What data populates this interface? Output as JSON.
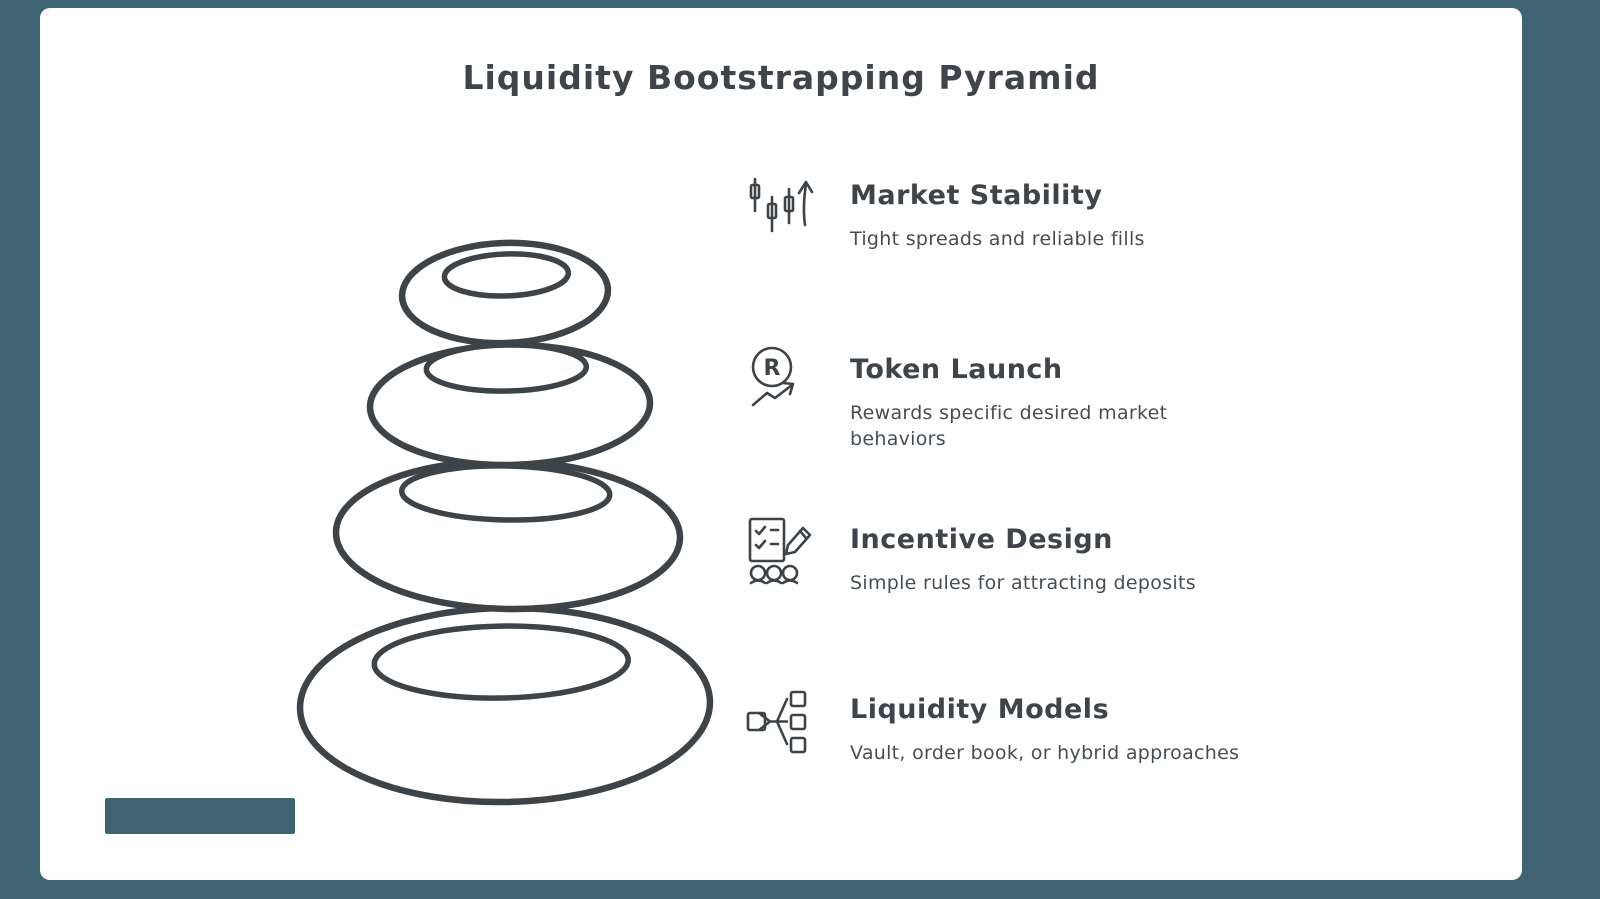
{
  "title": "Liquidity Bootstrapping Pyramid",
  "items": [
    {
      "title": "Market Stability",
      "desc": "Tight spreads and reliable fills",
      "icon": "candlestick-uptrend-icon"
    },
    {
      "title": "Token Launch",
      "desc": "Rewards specific desired market behaviors",
      "icon": "registered-reward-arrow-icon"
    },
    {
      "title": "Incentive Design",
      "desc": "Simple rules for attracting deposits",
      "icon": "checklist-pencil-people-icon"
    },
    {
      "title": "Liquidity Models",
      "desc": "Vault, order book, or hybrid approaches",
      "icon": "branching-flow-icon"
    }
  ],
  "icons": {
    "registered_letter": "R"
  },
  "diagram": {
    "type": "stacked-stones-pyramid",
    "levels": 4
  },
  "colors": {
    "background": "#3e6373",
    "card": "#ffffff",
    "ink": "#3d4347",
    "text": "#474e53"
  }
}
